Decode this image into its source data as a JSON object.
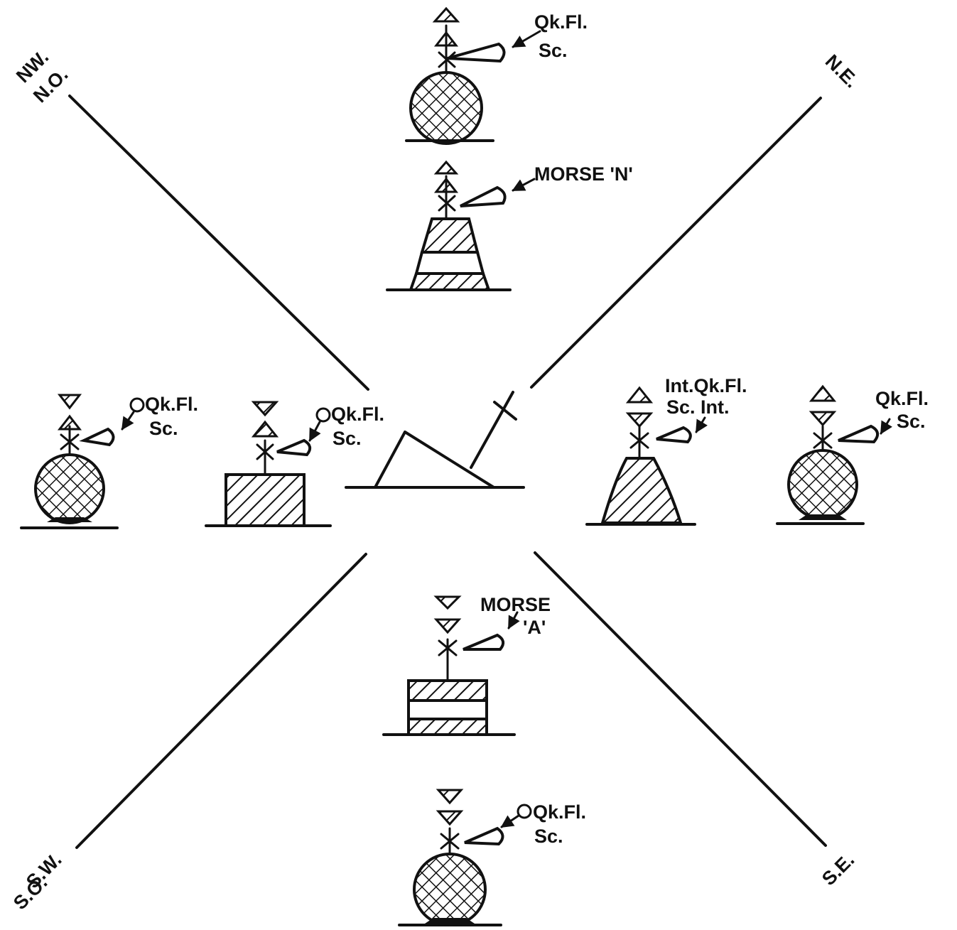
{
  "directions": {
    "nw": "NW.",
    "no": "N.O.",
    "ne": "N.E.",
    "sw": "S.W.",
    "so": "S.O.",
    "se": "S.E."
  },
  "labels": {
    "north_top_line1": "Qk.Fl.",
    "north_top_line2": "Sc.",
    "north_lower": "MORSE 'N'",
    "west_outer_line1": "Qk.Fl.",
    "west_outer_line2": "Sc.",
    "west_inner_line1": "Qk.Fl.",
    "west_inner_line2": "Sc.",
    "east_inner_line1": "Int.Qk.Fl.",
    "east_inner_line2": "Sc. Int.",
    "east_outer_line1": "Qk.Fl.",
    "east_outer_line2": "Sc.",
    "south_upper_line1": "MORSE",
    "south_upper_line2": "'A'",
    "south_bottom_line1": "Qk.Fl.",
    "south_bottom_line2": "Sc."
  },
  "colors": {
    "ink": "#111111",
    "paper": "#ffffff"
  }
}
